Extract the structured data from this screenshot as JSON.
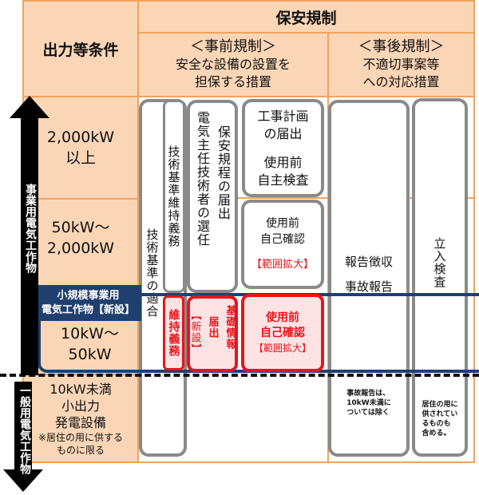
{
  "header": {
    "condition_label": "出力等条件",
    "regulation_label": "保安規制",
    "pre_title": "＜事前規制＞",
    "pre_sub1": "安全な設備の設置を",
    "pre_sub2": "担保する措置",
    "post_title": "＜事後規制＞",
    "post_sub1": "不適切事案等",
    "post_sub2": "への対応措置"
  },
  "rows": {
    "r1_line1": "2,000kW",
    "r1_line2": "以上",
    "r2_line1": "50kW～",
    "r2_line2": "2,000kW",
    "r3_line1": "10kW～",
    "r3_line2": "50kW",
    "r4_line1": "10kW未満",
    "r4_line2": "小出力",
    "r4_line3": "発電設備",
    "r4_note1": "※居住の用に供する",
    "r4_note2": "ものに限る"
  },
  "arrows": {
    "upper": "事業用電気工作物",
    "lower": "一般用電気工作物"
  },
  "small_scale_label": {
    "line1": "小規模事業用",
    "line2": "電気工作物【新設】"
  },
  "boxes": {
    "tech_standard": "技術基準の適合",
    "tech_maintain": "技術基準維持義務",
    "maintain_new": "維持義務",
    "safety_rules_col1": "保安規程の届出",
    "safety_rules_col2": "電気主任技術者の選任",
    "basic_info_col1": "基礎情報",
    "basic_info_col2": "届出",
    "basic_info_col3": "【新設】",
    "construction_plan1": "工事計画",
    "construction_plan2": "の届出",
    "pre_use_inspection1": "使用前",
    "pre_use_inspection2": "自主検査",
    "self_check1": "使用前",
    "self_check2": "自己確認",
    "self_check_expand": "【範囲拡大】",
    "self_check_new1": "使用前",
    "self_check_new2": "自己確認",
    "self_check_new_expand": "【範囲拡大】",
    "report_collect": "報告徴収",
    "accident_report": "事故報告",
    "accident_note1": "事故報告は、",
    "accident_note2": "10kW未満に",
    "accident_note3": "ついては除く",
    "inspection": "立入検査",
    "inspection_note1": "居住の用に",
    "inspection_note2": "供されてい",
    "inspection_note3": "るものも",
    "inspection_note4": "含める。"
  },
  "colors": {
    "peach": "#fbd6b6",
    "grid": "#f0a35e",
    "navy": "#1f3f6e",
    "red": "#e8141c",
    "gray": "#8a8a8a"
  }
}
